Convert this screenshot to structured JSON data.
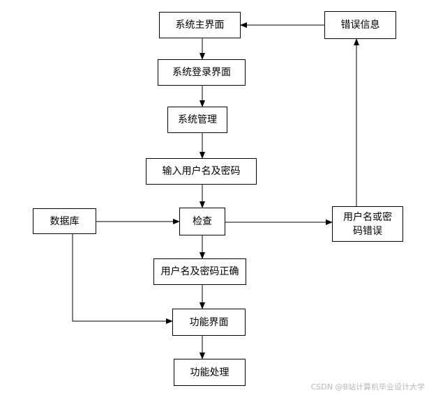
{
  "nodes": {
    "main_ui": "系统主界面",
    "login_ui": "系统登录界面",
    "sys_mgmt": "系统管理",
    "input_cred": "输入用户名及密码",
    "database": "数据库",
    "check": "检查",
    "cred_correct": "用户名及密码正确",
    "func_ui": "功能界面",
    "func_proc": "功能处理",
    "error_info": "错误信息",
    "cred_error": "用户名或密码错误"
  },
  "watermark": "CSDN @B站计算机毕业设计大学"
}
